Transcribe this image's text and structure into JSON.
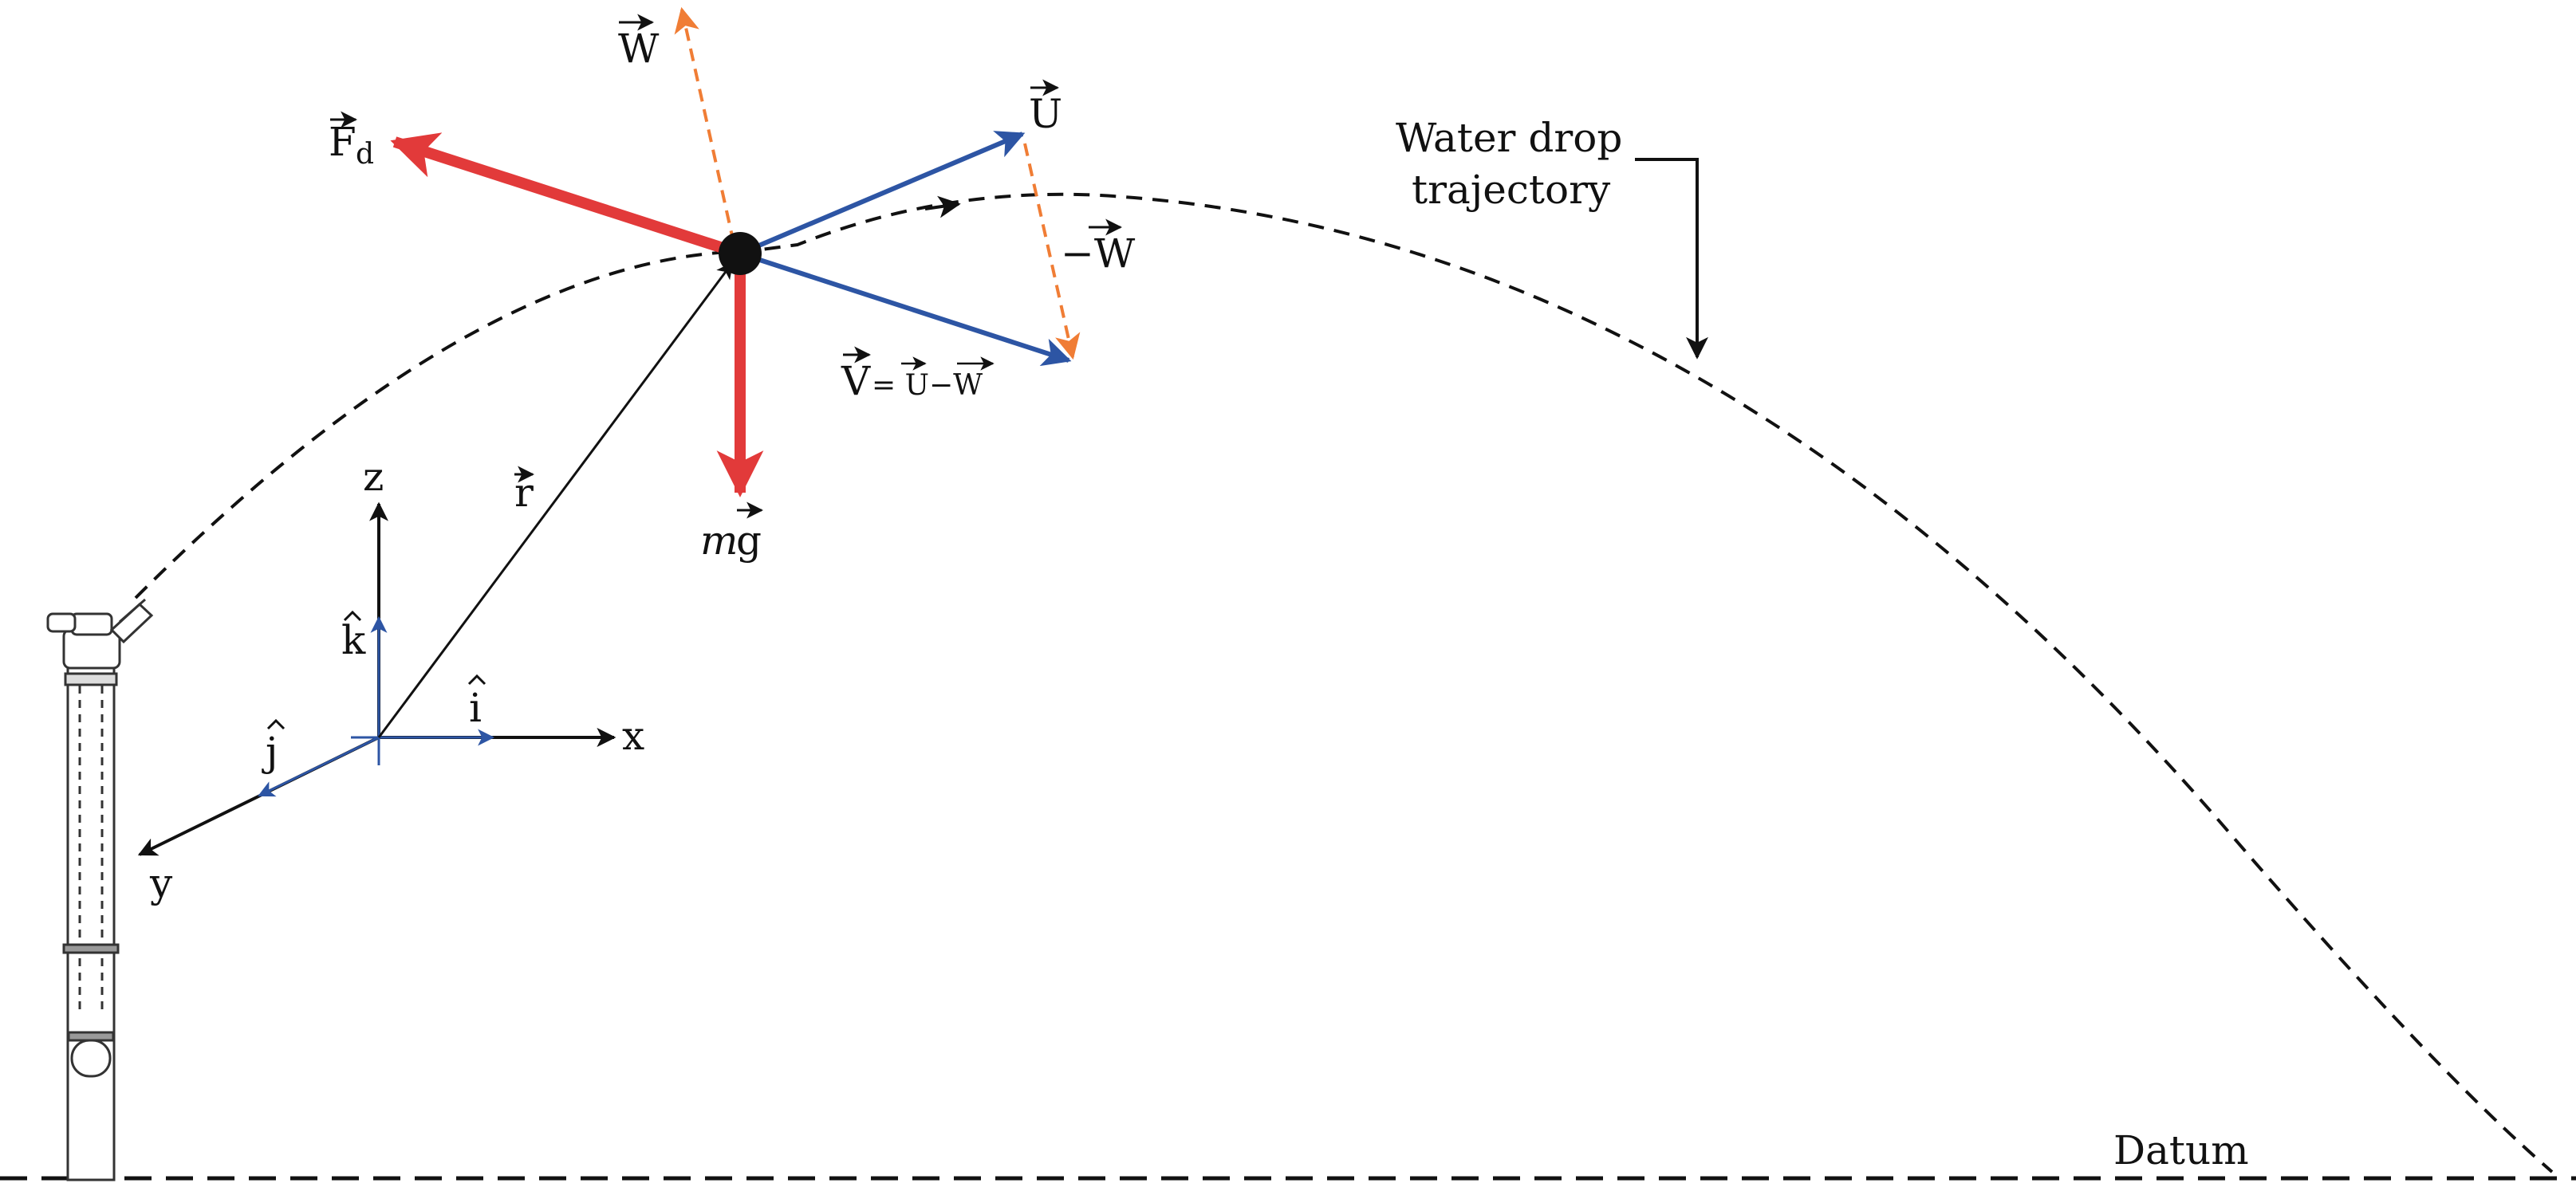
{
  "labels": {
    "w": "W",
    "fd": "F",
    "fd_sub": "d",
    "u": "U",
    "minus_w": "−W",
    "v": "V",
    "v_expr": "= U−W",
    "r": "r",
    "m": "m",
    "g": "g",
    "z": "z",
    "k": "k",
    "i": "i",
    "j": "j",
    "x": "x",
    "y": "y",
    "water_drop_line1": "Water drop",
    "water_drop_line2": "trajectory",
    "datum": "Datum"
  },
  "colors": {
    "force_red": "#e23a3a",
    "velocity_blue": "#2d55a4",
    "wind_orange": "#f07d35",
    "ink": "#111111"
  }
}
